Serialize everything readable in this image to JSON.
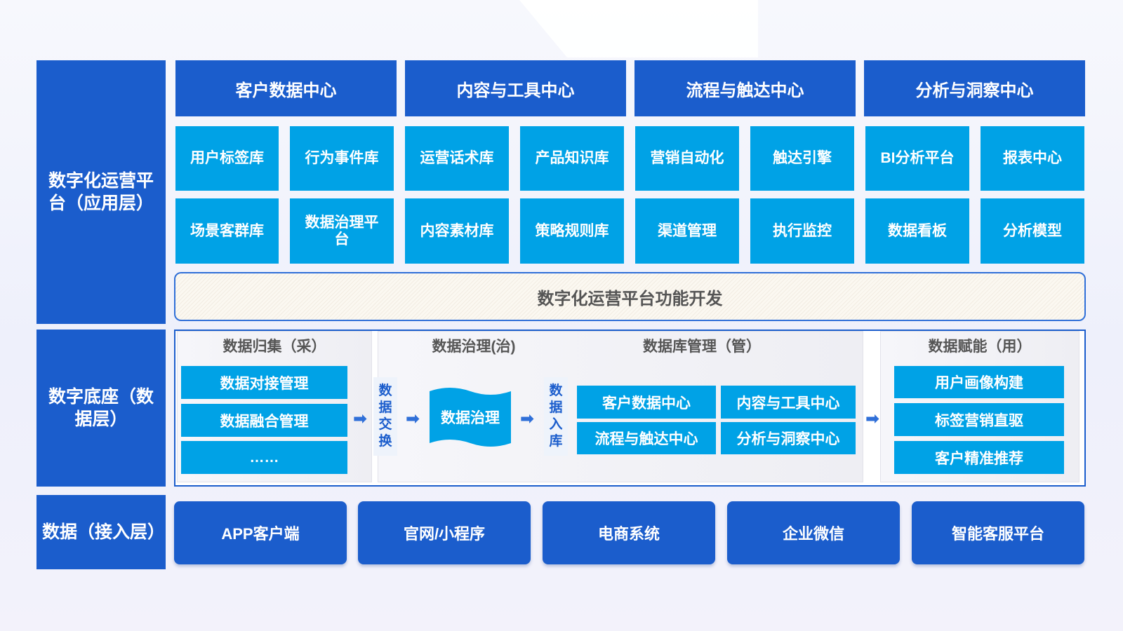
{
  "layers": {
    "app": "数字化运营平台（应用层）",
    "base": "数字底座（数据层）",
    "access": "数据（接入层）"
  },
  "centers": [
    {
      "title": "客户数据中心",
      "modules": [
        "用户标签库",
        "行为事件库",
        "场景客群库",
        "数据治理平台"
      ]
    },
    {
      "title": "内容与工具中心",
      "modules": [
        "运营话术库",
        "产品知识库",
        "内容素材库",
        "策略规则库"
      ]
    },
    {
      "title": "流程与触达中心",
      "modules": [
        "营销自动化",
        "触达引擎",
        "渠道管理",
        "执行监控"
      ]
    },
    {
      "title": "分析与洞察中心",
      "modules": [
        "BI分析平台",
        "报表中心",
        "数据看板",
        "分析模型"
      ]
    }
  ],
  "dev_bar": "数字化运营平台功能开发",
  "foundation": {
    "collect": {
      "title": "数据归集（采）",
      "items": [
        "数据对接管理",
        "数据融合管理",
        "……"
      ]
    },
    "exchange_label": [
      "数",
      "据",
      "交",
      "换"
    ],
    "govern": {
      "title": "数据治理(治)",
      "block": "数据治理"
    },
    "ingest_label": [
      "数",
      "据",
      "入",
      "库"
    ],
    "manage": {
      "title": "数据库管理（管）",
      "items": [
        "客户数据中心",
        "内容与工具中心",
        "流程与触达中心",
        "分析与洞察中心"
      ]
    },
    "empower": {
      "title": "数据赋能（用）",
      "items": [
        "用户画像构建",
        "标签营销直驱",
        "客户精准推荐"
      ]
    },
    "arrow_icon": "➡"
  },
  "sources": [
    "APP客户端",
    "官网/小程序",
    "电商系统",
    "企业微信",
    "智能客服平台"
  ],
  "colors": {
    "primary": "#1b5dcc",
    "accent": "#00a2e6",
    "arrow": "#2f6fd8"
  }
}
